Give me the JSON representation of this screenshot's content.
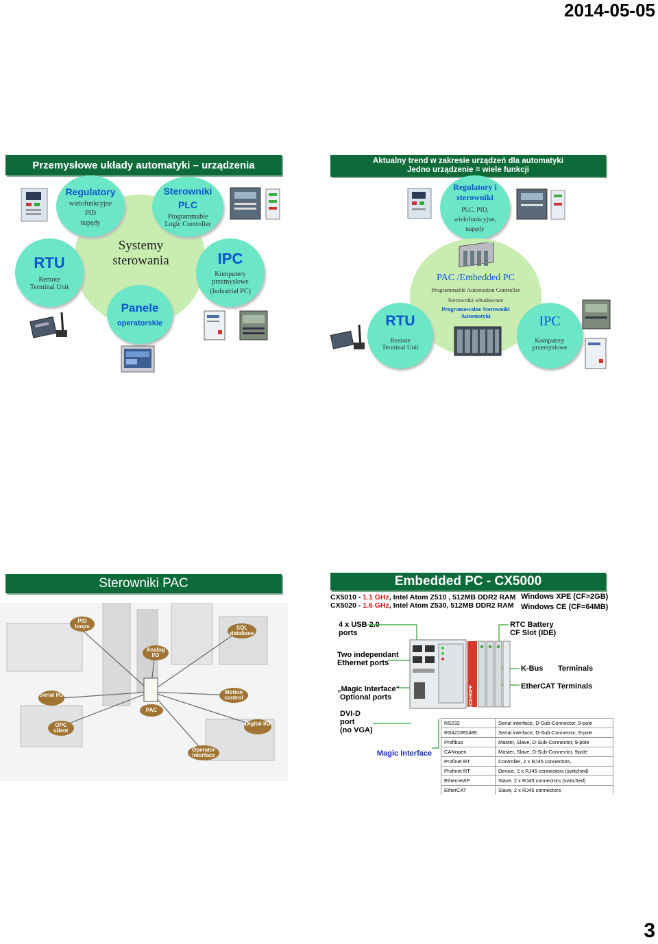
{
  "page": {
    "date": "2014-05-05",
    "number": "3"
  },
  "slide1": {
    "title": "Przemysłowe układy automatyki – urządzenia",
    "center": "Systemy sterowania",
    "regulatory": {
      "title": "Regulatory",
      "lines": [
        "wielofunkcyjne",
        "PID",
        "napędy"
      ]
    },
    "sterowniki": {
      "title1": "Sterowniki",
      "title2": "PLC",
      "lines": [
        "Programmable",
        "Logic Controller"
      ]
    },
    "rtu": {
      "title": "RTU",
      "lines": [
        "Remote",
        "Terminal Unit"
      ]
    },
    "ipc": {
      "title": "IPC",
      "lines": [
        "Komputery",
        "przemysłowe",
        "(Industrial PC)"
      ]
    },
    "panele": {
      "title": "Panele",
      "sub": "operatorskie"
    }
  },
  "slide2": {
    "title1": "Aktualny trend w zakresie urządzeń dla automatyki",
    "title2": "Jedno urządzenie = wiele funkcji",
    "regulatory": {
      "title1": "Regulatory i",
      "title2": "sterowniki",
      "lines": [
        "PLC, PID,",
        "wielofunkcyjne,",
        "napędy"
      ]
    },
    "pac": {
      "title": "PAC /Embedded PC",
      "lines": [
        "Programmable Automation Controller",
        "Sterowniki wbudowane"
      ],
      "blue1": "Programowalne Sterowniki",
      "blue2": "Automatyki"
    },
    "rtu": {
      "title": "RTU",
      "lines": [
        "Remote",
        "Terminal Unit"
      ]
    },
    "ipc": {
      "title": "IPC",
      "lines": [
        "Komputery",
        "przemysłowe"
      ]
    }
  },
  "slide3": {
    "title": "Sterowniki PAC",
    "labels": [
      "PID loops",
      "SQL database",
      "Analog I/O",
      "Serial I/O",
      "Motion control",
      "PAC",
      "OPC client",
      "Digital I/O",
      "Operator interface"
    ]
  },
  "slide4": {
    "title": "Embedded PC - CX5000",
    "spec1a": "CX5010 - ",
    "spec1b": "1.1 GHz",
    "spec1c": ", Intel Atom Z510 , 512MB DDR2 RAM",
    "spec2a": "CX5020 - ",
    "spec2b": "1.6 GHz",
    "spec2c": ", Intel Atom Z530,  512MB DDR2 RAM",
    "win1": "Windows XPE (CF>2GB)",
    "win2": "Windows CE (CF=64MB)",
    "usb1": "4 x USB 2.0",
    "usb2": "ports",
    "rtc1": "RTC Battery",
    "rtc2": "CF Slot (IDE)",
    "eth1": "Two independant",
    "eth2": "Ethernet ports",
    "kbus": "K-Bus",
    "terminals": "Terminals",
    "magic1": "„Magic Interface“",
    "magic2": "Optional ports",
    "ethercat": "EtherCAT Terminals",
    "dvi1": "DVI-D",
    "dvi2": "port",
    "dvi3": "(no VGA)",
    "magiclabel": "Magic Interface",
    "brand": "BECKHOFF",
    "interfaces": [
      [
        "RS232",
        "Serial interface, D-Sub-Connector, 9-pole"
      ],
      [
        "RS422/RS485",
        "Serial interface, D-Sub-Connector, 9-pole"
      ],
      [
        "Profibus",
        "Master, Slave, D-Sub-Connector, 9-pole"
      ],
      [
        "CANopen",
        "Master, Slave, D-Sub-Connector, 9pole"
      ],
      [
        "Profinet RT",
        "Controller, 2 x RJ45 connectors,"
      ],
      [
        "Profinet RT",
        "Device, 2 x RJ45 connectors (switched)"
      ],
      [
        "Ethernet/IP",
        "Slave, 2 x RJ45 connectors (switched)"
      ],
      [
        "EtherCAT",
        "Slave, 2 x RJ45 connectors"
      ]
    ]
  },
  "colors": {
    "bar": "#0d6b3a",
    "circle": "#6be6c6",
    "big": "#c9ecb0",
    "title_blue": "#0a55cf"
  }
}
